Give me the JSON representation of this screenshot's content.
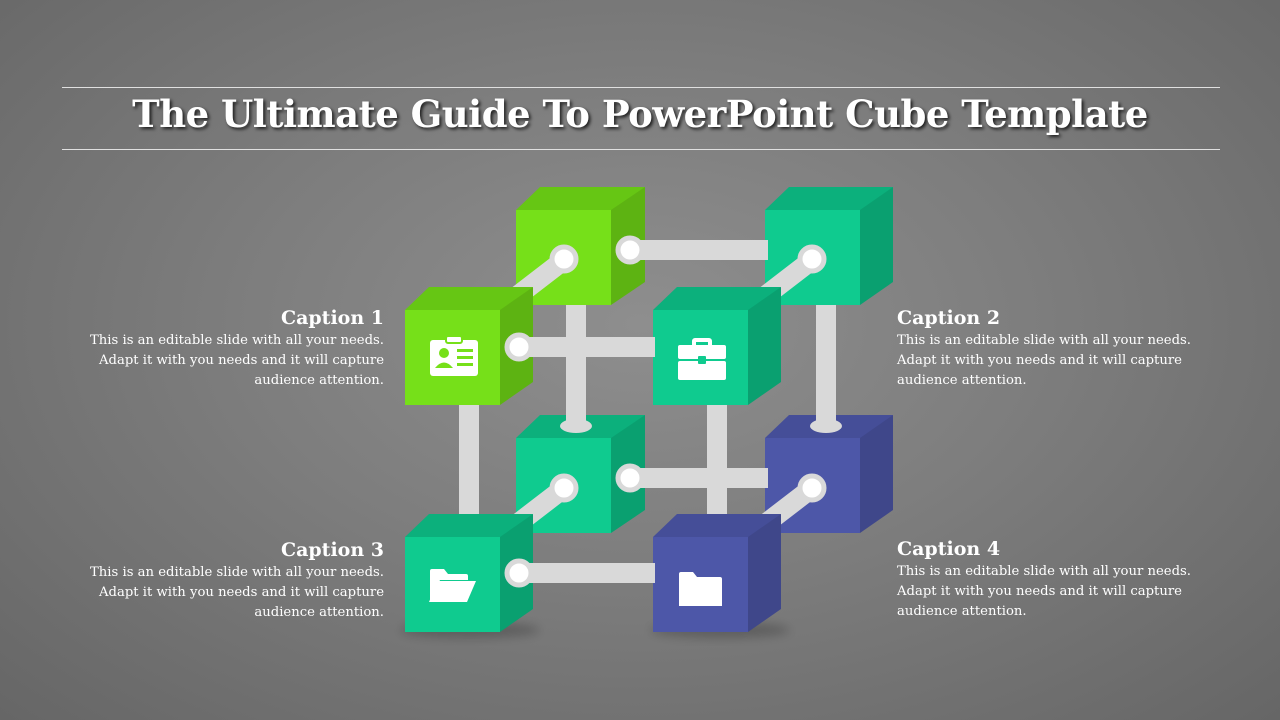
{
  "title": "The Ultimate Guide To PowerPoint Cube Template",
  "captions": [
    {
      "heading": "Caption 1",
      "lines": [
        "This is an editable slide with all your needs.",
        "Adapt it with you needs and it will capture",
        "audience attention."
      ]
    },
    {
      "heading": "Caption 2",
      "lines": [
        "This is an editable slide with all your needs.",
        "Adapt it with you needs and it will capture",
        "audience attention."
      ]
    },
    {
      "heading": "Caption 3",
      "lines": [
        "This is an editable slide with all your needs.",
        "Adapt it with you needs and it will capture",
        "audience attention."
      ]
    },
    {
      "heading": "Caption 4",
      "lines": [
        "This is an editable slide with all your needs.",
        "Adapt it with you needs and it will capture",
        "audience attention."
      ]
    }
  ],
  "colors": {
    "lime": "#76e019",
    "teal": "#0fcb8f",
    "indigo": "#4d57a8",
    "connector": "#d9d9d9"
  },
  "cube_icons": [
    "id-card-icon",
    "briefcase-icon",
    "folder-open-icon",
    "folder-icon"
  ]
}
